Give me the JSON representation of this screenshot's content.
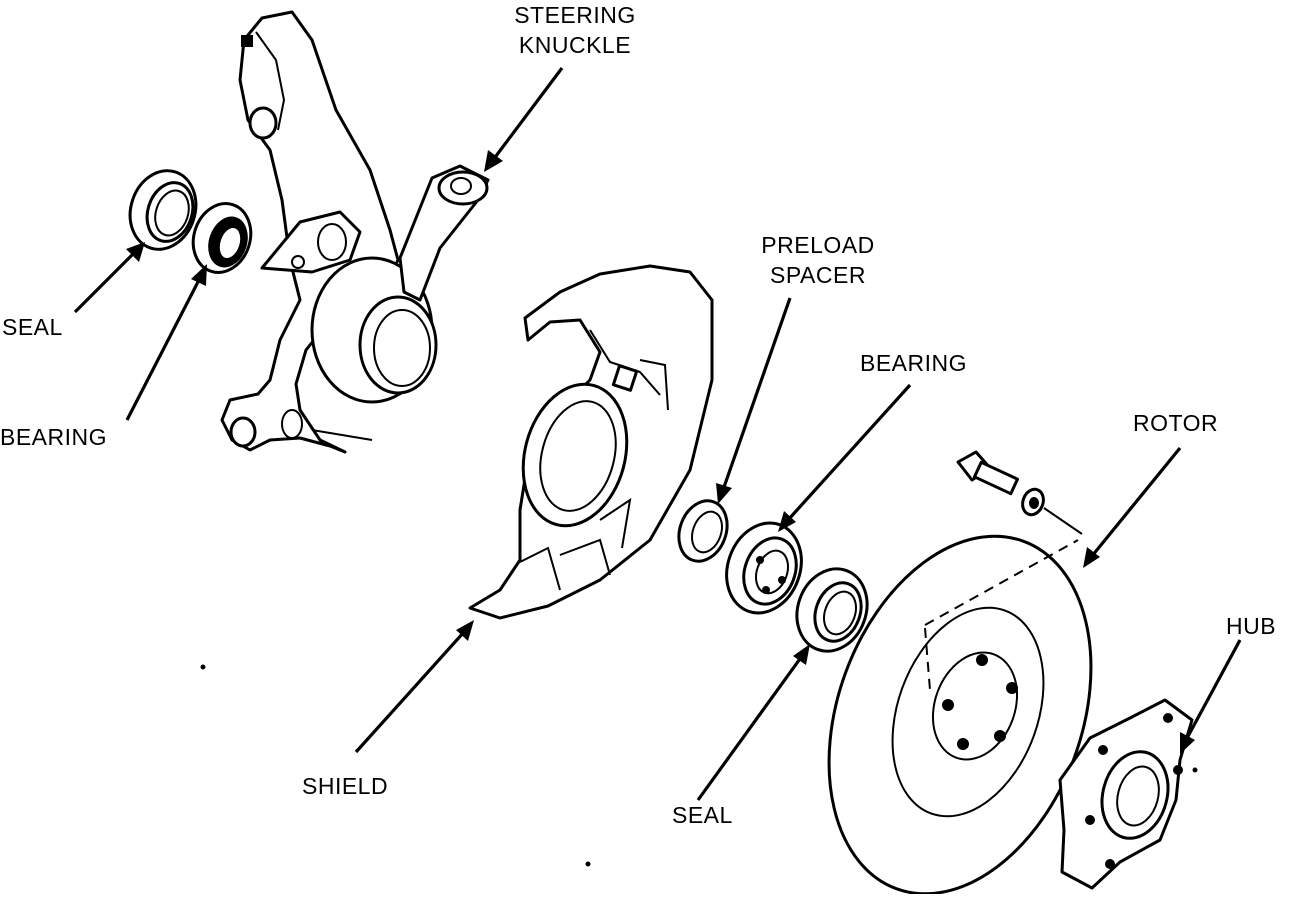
{
  "labels": {
    "steering_knuckle_line1": "STEERING",
    "steering_knuckle_line2": "KNUCKLE",
    "seal_left": "SEAL",
    "bearing_left": "BEARING",
    "preload_spacer_line1": "PRELOAD",
    "preload_spacer_line2": "SPACER",
    "bearing_right": "BEARING",
    "rotor": "ROTOR",
    "hub": "HUB",
    "shield": "SHIELD",
    "seal_right": "SEAL"
  },
  "colors": {
    "ink": "#000000",
    "paper": "#ffffff"
  }
}
